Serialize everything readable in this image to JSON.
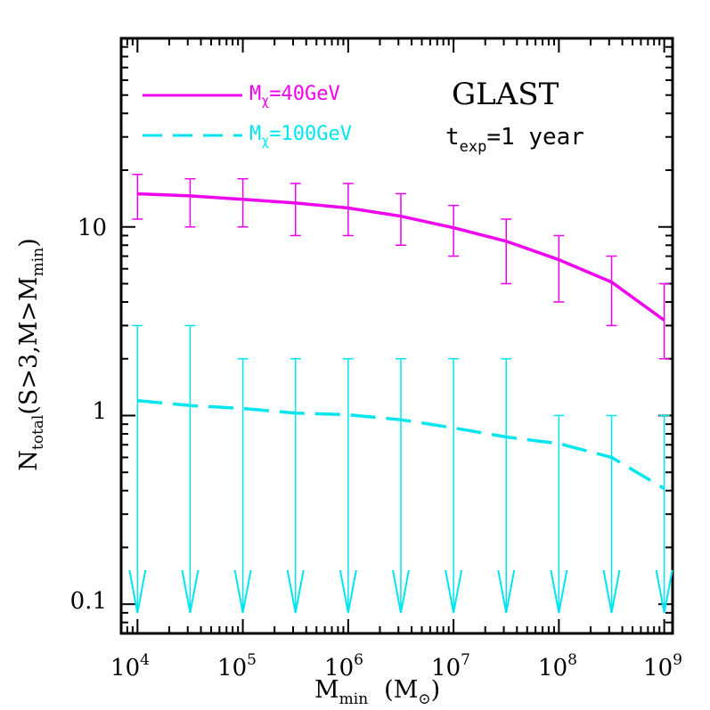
{
  "chart_data": {
    "type": "line",
    "x_scale": "log",
    "y_scale": "log",
    "xlim": [
      7000,
      1200000000
    ],
    "ylim": [
      0.07,
      100
    ],
    "grid": false,
    "legend_position": "top-left",
    "xlabel": {
      "main": "M",
      "sub": "min",
      "unit_open": "(M",
      "unit_sub": "⊙",
      "unit_close": ")"
    },
    "ylabel": {
      "main": "N",
      "sub": "total",
      "mid": "(S>3,M>M",
      "sub2": "min",
      "close": ")"
    },
    "x_ticks": [
      {
        "base": "10",
        "exp": "4"
      },
      {
        "base": "10",
        "exp": "5"
      },
      {
        "base": "10",
        "exp": "6"
      },
      {
        "base": "10",
        "exp": "7"
      },
      {
        "base": "10",
        "exp": "8"
      },
      {
        "base": "10",
        "exp": "9"
      }
    ],
    "y_ticks": [
      "0.1",
      "1",
      "10"
    ],
    "x": [
      10000,
      31623,
      100000,
      316228,
      1000000,
      3162278,
      10000000,
      31622777,
      100000000,
      316227766,
      1000000000
    ],
    "series": [
      {
        "name": "40GeV",
        "legend_label": {
          "main": "M",
          "sub": "χ",
          "rest": "=40GeV"
        },
        "color": "#ee00ee",
        "style": "solid",
        "line": [
          15,
          14.6,
          14,
          13.4,
          12.6,
          11.4,
          9.9,
          8.4,
          6.7,
          5.1,
          3.2
        ],
        "err_hi": [
          19,
          18,
          18,
          17,
          17,
          15,
          13,
          11,
          9,
          7,
          5
        ],
        "err_lo": [
          11,
          10,
          10,
          9,
          9,
          8,
          7,
          5,
          4,
          3,
          2
        ]
      },
      {
        "name": "100GeV",
        "legend_label": {
          "main": "M",
          "sub": "χ",
          "rest": "=100GeV"
        },
        "color": "#00e5ee",
        "style": "dashed",
        "line": [
          1.2,
          1.13,
          1.09,
          1.03,
          1.01,
          0.95,
          0.86,
          0.77,
          0.71,
          0.6,
          0.41
        ],
        "err_hi": [
          3,
          3,
          2,
          2,
          2,
          2,
          2,
          2,
          1,
          1,
          1
        ],
        "upper_limit_to": 0.09
      }
    ],
    "annotations": {
      "title": "GLAST",
      "exposure": {
        "main": "t",
        "sub": "exp",
        "rest": "=1 year"
      }
    }
  }
}
